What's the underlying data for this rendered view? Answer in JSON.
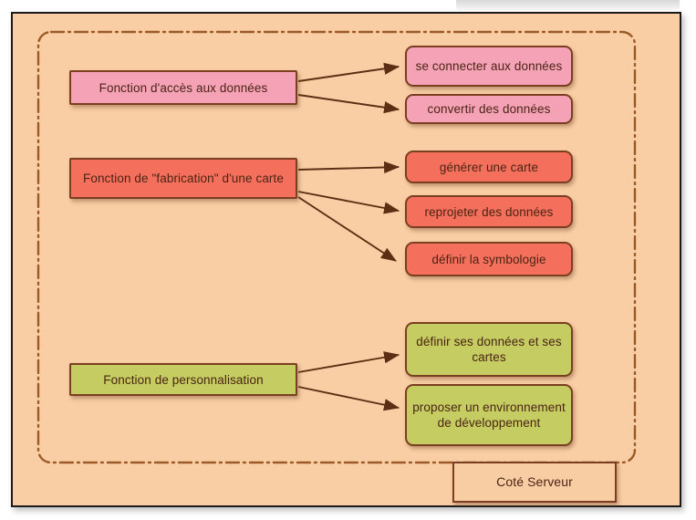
{
  "slide": {
    "background_color": "#facea4",
    "frame_color": "#1b1b1b",
    "dash_border_color": "#9c5a28",
    "arrow_color": "#5c2f14"
  },
  "groups": [
    {
      "id": "acces-donnees",
      "color": "#f6a2b6",
      "source": {
        "label": "Fonction d'accès aux données"
      },
      "targets": [
        {
          "label": "se connecter aux données"
        },
        {
          "label": "convertir des données"
        }
      ]
    },
    {
      "id": "fabrication-carte",
      "color": "#f5705c",
      "source": {
        "label": "Fonction de \"fabrication\" d'une carte"
      },
      "targets": [
        {
          "label": "générer une carte"
        },
        {
          "label": "reprojeter des données"
        },
        {
          "label": "définir la symbologie"
        }
      ]
    },
    {
      "id": "personnalisation",
      "color": "#c5cc62",
      "source": {
        "label": "Fonction de personnalisation"
      },
      "targets": [
        {
          "label": "définir ses données et ses cartes"
        },
        {
          "label": "proposer un environnement de développement"
        }
      ]
    }
  ],
  "caption": {
    "label": "Coté Serveur"
  }
}
